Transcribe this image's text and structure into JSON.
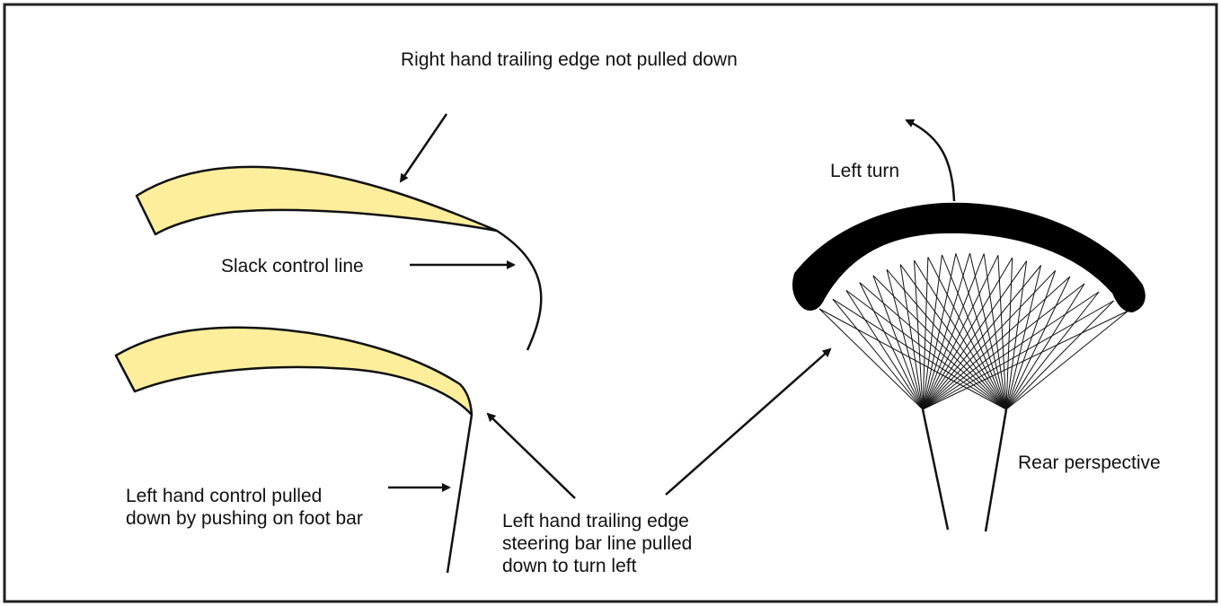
{
  "labels": {
    "right_trailing_edge": "Right hand trailing edge not pulled down",
    "slack_control_line": "Slack control line",
    "left_turn": "Left turn",
    "rear_perspective": "Rear perspective",
    "left_hand_control": [
      "Left hand control pulled",
      "down by pushing on foot bar"
    ],
    "left_trailing_edge": [
      "Left hand trailing edge",
      "steering bar line pulled",
      "down to turn left"
    ]
  },
  "colors": {
    "airfoil_fill": "#fcee9b",
    "stroke": "#111111",
    "canopy": "#000000",
    "border": "#222222"
  }
}
